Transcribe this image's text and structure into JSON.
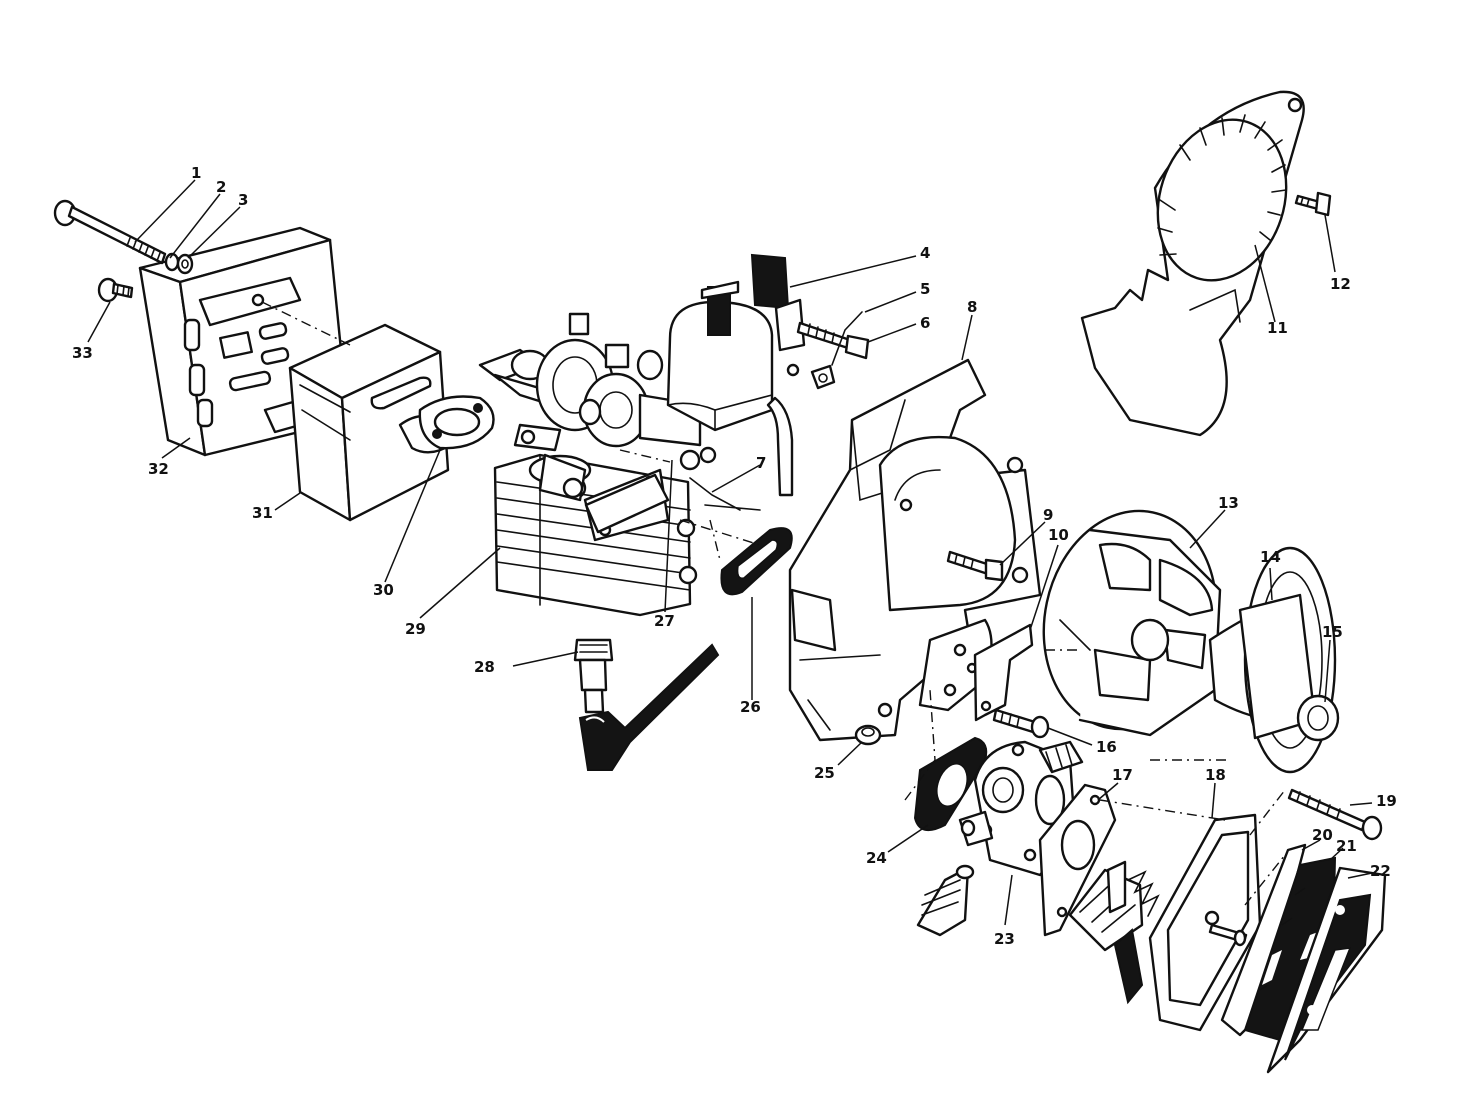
{
  "callouts": [
    {
      "id": "1",
      "label": "1"
    },
    {
      "id": "2",
      "label": "2"
    },
    {
      "id": "3",
      "label": "3"
    },
    {
      "id": "4",
      "label": "4"
    },
    {
      "id": "5",
      "label": "5"
    },
    {
      "id": "6",
      "label": "6"
    },
    {
      "id": "7",
      "label": "7"
    },
    {
      "id": "8",
      "label": "8"
    },
    {
      "id": "9",
      "label": "9"
    },
    {
      "id": "10",
      "label": "10"
    },
    {
      "id": "11",
      "label": "11"
    },
    {
      "id": "12",
      "label": "12"
    },
    {
      "id": "13",
      "label": "13"
    },
    {
      "id": "14",
      "label": "14"
    },
    {
      "id": "15",
      "label": "15"
    },
    {
      "id": "16",
      "label": "16"
    },
    {
      "id": "17",
      "label": "17"
    },
    {
      "id": "18",
      "label": "18"
    },
    {
      "id": "19",
      "label": "19"
    },
    {
      "id": "20",
      "label": "20"
    },
    {
      "id": "21",
      "label": "21"
    },
    {
      "id": "22",
      "label": "22"
    },
    {
      "id": "23",
      "label": "23"
    },
    {
      "id": "24",
      "label": "24"
    },
    {
      "id": "25",
      "label": "25"
    },
    {
      "id": "26",
      "label": "26"
    },
    {
      "id": "27",
      "label": "27"
    },
    {
      "id": "28",
      "label": "28"
    },
    {
      "id": "29",
      "label": "29"
    },
    {
      "id": "30",
      "label": "30"
    },
    {
      "id": "31",
      "label": "31"
    },
    {
      "id": "32",
      "label": "32"
    },
    {
      "id": "33",
      "label": "33"
    }
  ]
}
